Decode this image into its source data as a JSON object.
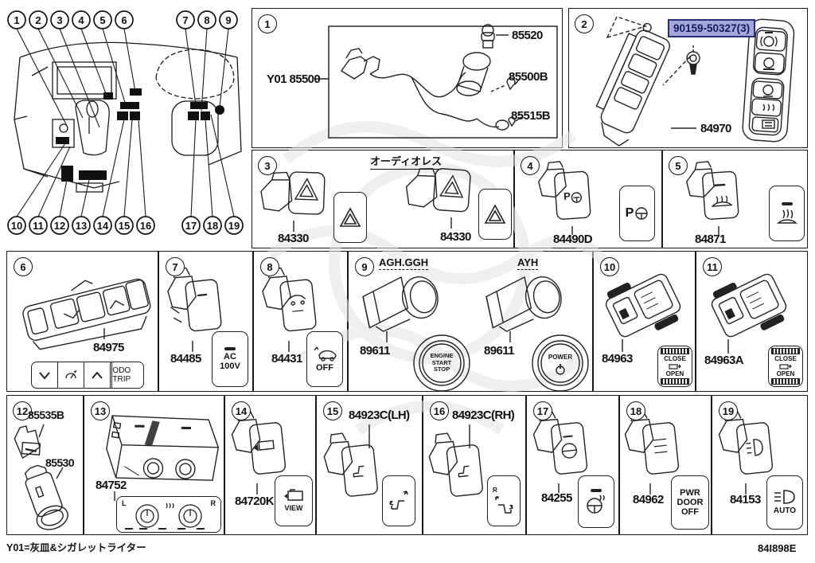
{
  "page": {
    "footer_note": "Y01=灰皿&シガレットライター",
    "doc_code": "84I898E"
  },
  "colors": {
    "line": "#1a1a1a",
    "highlight_bg": "#a3a7d9",
    "highlight_border": "#2a2d7c",
    "highlight_text": "#15175f"
  },
  "callouts": [
    "1",
    "2",
    "3",
    "4",
    "5",
    "6",
    "7",
    "8",
    "9",
    "10",
    "11",
    "12",
    "13",
    "14",
    "15",
    "16",
    "17",
    "18",
    "19"
  ],
  "s1": {
    "num": "1",
    "ref": "Y01 85500",
    "p1": "85520",
    "p2": "85500B",
    "p3": "85515B"
  },
  "s2": {
    "num": "2",
    "bolt": "90159-50327(3)",
    "part": "84970"
  },
  "s3": {
    "num": "3",
    "caption": "オーディオレス",
    "part1": "84330",
    "part2": "84330"
  },
  "s4": {
    "num": "4",
    "part": "84490D",
    "icon_letter": "P"
  },
  "s5": {
    "num": "5",
    "part": "84871"
  },
  "s6": {
    "num": "6",
    "part": "84975",
    "odo": "ODO\nTRIP"
  },
  "s7": {
    "num": "7",
    "part": "84485",
    "plate": "AC\n100V"
  },
  "s8": {
    "num": "8",
    "part": "84431",
    "off": "OFF"
  },
  "s9": {
    "num": "9",
    "grp1": "AGH.GGH",
    "grp2": "AYH",
    "part1": "89611",
    "part2": "89611",
    "btn1": "ENGINE\nSTART\nSTOP",
    "btn2": "POWER"
  },
  "s10": {
    "num": "10",
    "part": "84963",
    "close": "CLOSE",
    "open": "OPEN"
  },
  "s11": {
    "num": "11",
    "part": "84963A",
    "close": "CLOSE",
    "open": "OPEN"
  },
  "s12": {
    "num": "12",
    "part1": "85535B",
    "part2": "85530"
  },
  "s13": {
    "num": "13",
    "part": "84752",
    "left": "L",
    "right": "R"
  },
  "s14": {
    "num": "14",
    "part": "84720K",
    "view": "VIEW"
  },
  "s15": {
    "num": "15",
    "part": "84923C(LH)"
  },
  "s16": {
    "num": "16",
    "part": "84923C(RH)",
    "r": "R"
  },
  "s17": {
    "num": "17",
    "part": "84255"
  },
  "s18": {
    "num": "18",
    "part": "84962",
    "plate": "PWR\nDOOR\nOFF"
  },
  "s19": {
    "num": "19",
    "part": "84153",
    "auto": "AUTO"
  }
}
